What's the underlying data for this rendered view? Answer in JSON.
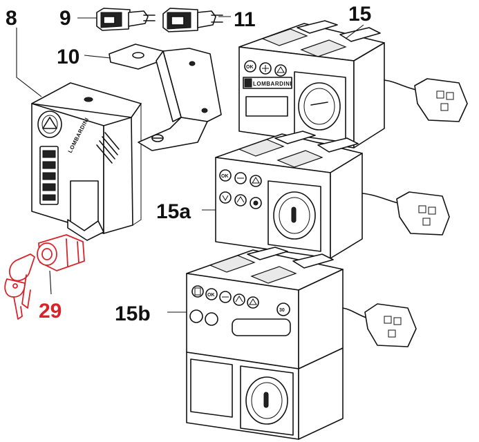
{
  "callouts": {
    "c8": "8",
    "c9": "9",
    "c10": "10",
    "c11": "11",
    "c15": "15",
    "c15a": "15a",
    "c15b": "15b",
    "c29": "29"
  },
  "brand": {
    "logo_text": "LOMBARDINI",
    "side_text": "LOMBARDINI"
  },
  "panel_buttons": {
    "ok": "OK",
    "three_zero": "30"
  },
  "colors": {
    "line": "#111111",
    "highlight": "#d8232a",
    "background": "#ffffff"
  }
}
